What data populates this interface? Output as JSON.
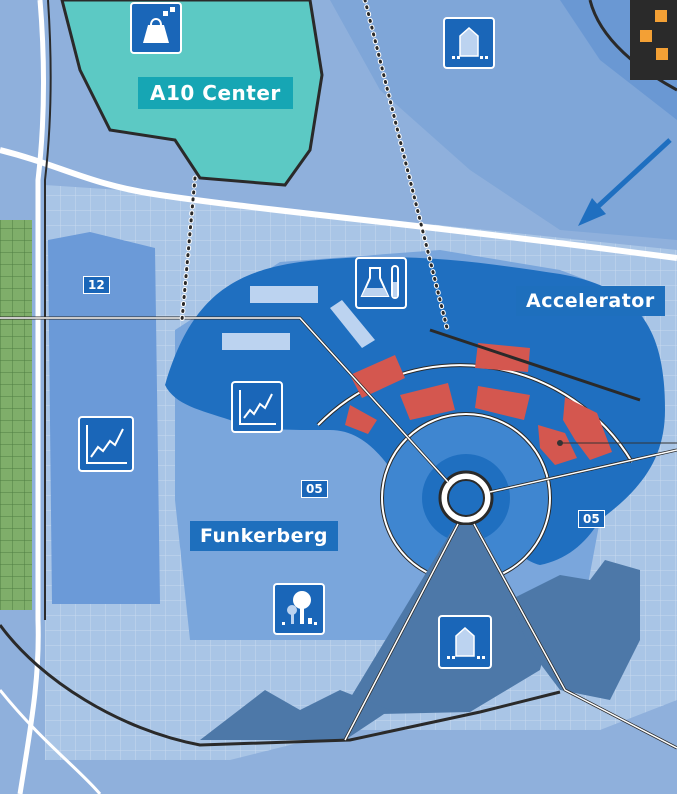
{
  "map": {
    "labels": {
      "a10_center": "A10 Center",
      "accelerator": "Accelerator",
      "funkerberg": "Funkerberg"
    },
    "area_numbers": {
      "left_block": "12",
      "funkerberg_area": "05",
      "east_area": "05"
    },
    "icons": [
      "shopping-bag-icon",
      "building-icon",
      "lab-flask-icon",
      "line-chart-icon",
      "line-chart-icon",
      "tree-park-icon",
      "building-icon"
    ],
    "colors": {
      "background": "#8fb0dc",
      "light_zone": "#a9c5e6",
      "mid_blue": "#5a8fcf",
      "dark_blue": "#1f6fc0",
      "teal": "#5cc9c4",
      "teal_label": "#16a6b4",
      "accelerator_red": "#d4574f",
      "slate": "#4d78a8",
      "green": "#7fae6a",
      "road_white": "#ffffff",
      "road_outline": "#2a2a2a"
    }
  }
}
